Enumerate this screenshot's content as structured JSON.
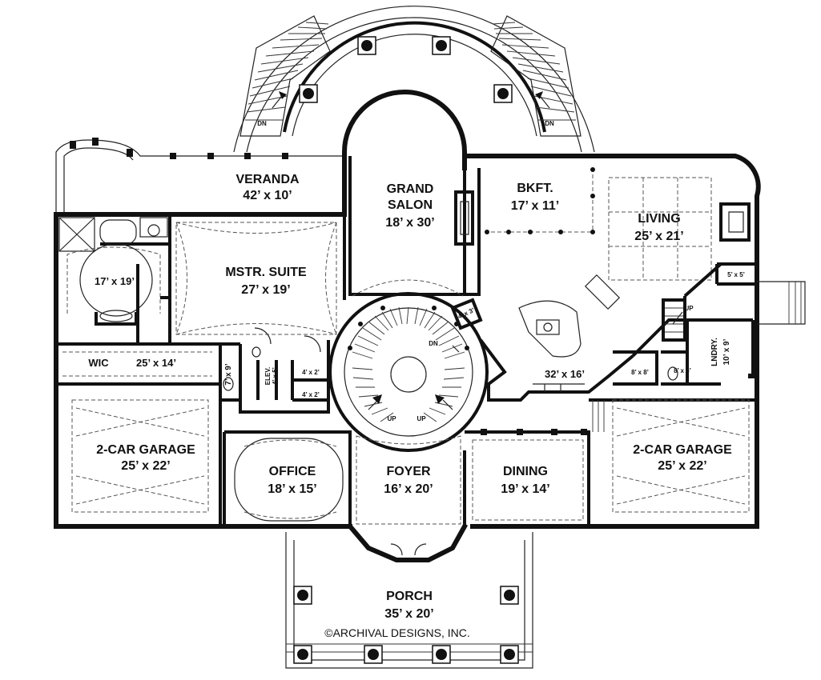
{
  "rooms": {
    "veranda": {
      "name": "VERANDA",
      "size": "42’ x 10’"
    },
    "grand_salon": {
      "name1": "GRAND",
      "name2": "SALON",
      "size": "18’ x 30’"
    },
    "bkft": {
      "name": "BKFT.",
      "size": "17’ x 11’"
    },
    "living": {
      "name": "LIVING",
      "size": "25’ x 21’"
    },
    "mstr_bath": {
      "size": "17’ x 19’"
    },
    "mstr_suite": {
      "name": "MSTR. SUITE",
      "size": "27’ x 19’"
    },
    "wic": {
      "name": "WIC",
      "size": "25’ x 14’"
    },
    "garage_left": {
      "name": "2-CAR GARAGE",
      "size": "25’ x 22’"
    },
    "office": {
      "name": "OFFICE",
      "size": "18’ x 15’"
    },
    "foyer": {
      "name": "FOYER",
      "size": "16’ x 20’"
    },
    "dining": {
      "name": "DINING",
      "size": "19’ x 14’"
    },
    "garage_right": {
      "name": "2-CAR GARAGE",
      "size": "25’ x 22’"
    },
    "porch": {
      "name": "PORCH",
      "size": "35’ x 20’"
    },
    "kitchen": {
      "size": "32’ x 16’"
    },
    "laundry": {
      "name": "LNDRY.",
      "size": "10’ x 9’"
    }
  },
  "small_labels": {
    "bath_7x9": "7’ x 9’",
    "elev_name": "ELEV.",
    "elev_size": "4’ x 5’",
    "closet_a": "4’ x 2’",
    "closet_b": "4’ x 2’",
    "pantry": "4’ x 3’",
    "mud_8x8": "8’ x 8’",
    "half_bath": "8’ x 3’",
    "closet_5x5": "5’ x 5’"
  },
  "stairs": {
    "dn": "DN",
    "up": "UP"
  },
  "credit": "©ARCHIVAL DESIGNS, INC."
}
